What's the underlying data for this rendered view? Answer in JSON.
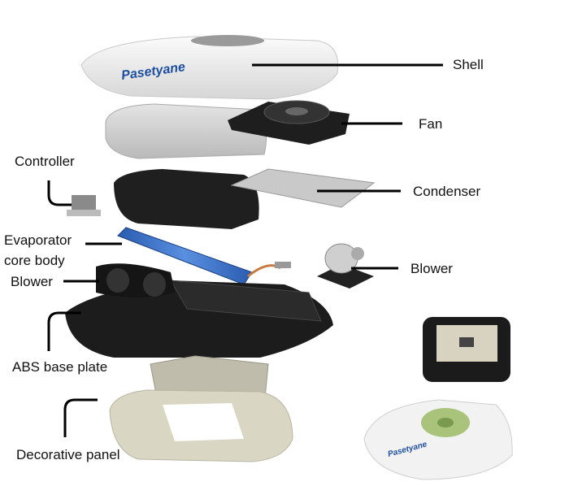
{
  "brand": "Pasetyane",
  "labels": {
    "shell": "Shell",
    "fan": "Fan",
    "controller": "Controller",
    "condenser": "Condenser",
    "evaporator_line1": "Evaporator",
    "evaporator_line2": "core body",
    "blower_left": "Blower",
    "blower_right": "Blower",
    "base_plate": "ABS base plate",
    "decorative_panel": "Decorative panel"
  },
  "colors": {
    "leader_line": "#000000",
    "evaporator": "#3a6fc4",
    "brand_blue": "#1c4fa0",
    "panel_beige": "#d9d6c3"
  }
}
